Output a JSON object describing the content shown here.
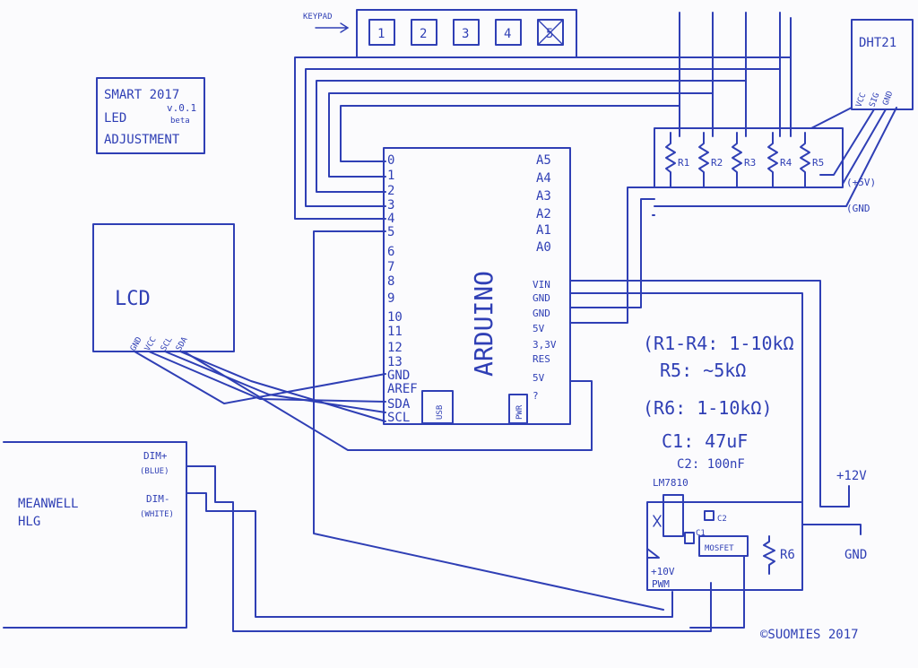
{
  "ink_color": "#2f3fb5",
  "keypad": {
    "label": "KEYPAD",
    "keys": [
      "1",
      "2",
      "3",
      "4",
      "5"
    ]
  },
  "project": {
    "line1": "SMART 2017",
    "line2": "LED",
    "version": "v.0.1",
    "beta": "beta",
    "line3": "ADJUSTMENT"
  },
  "sensor": {
    "name": "DHT21",
    "pins": [
      "VCC",
      "SIG",
      "GND"
    ]
  },
  "lcd": {
    "label": "LCD",
    "pins": [
      "GND",
      "VCC",
      "SCL",
      "SDA"
    ]
  },
  "arduino": {
    "label": "ARDUINO",
    "left_pins": [
      "0",
      "1",
      "2",
      "3",
      "4",
      "5",
      "6",
      "7",
      "8",
      "9",
      "10",
      "11",
      "12",
      "13",
      "GND",
      "AREF",
      "SDA",
      "SCL"
    ],
    "right_top_pins": [
      "A5",
      "A4",
      "A3",
      "A2",
      "A1",
      "A0"
    ],
    "right_bottom_pins": [
      "VIN",
      "GND",
      "GND",
      "5V",
      "3,3V",
      "RES",
      "5V",
      "?"
    ],
    "usb_label": "USB",
    "pwr_label": "PWR"
  },
  "resistors": [
    "R1",
    "R2",
    "R3",
    "R4",
    "R5"
  ],
  "rails": {
    "plus5": "(+5V)",
    "gnd": "(GND"
  },
  "notes": [
    "(R1-R4: 1-10kΩ",
    "R5: ~5kΩ",
    "(R6: 1-10kΩ)",
    "C1: 47uF",
    "C2: 100nF"
  ],
  "driver": {
    "name": "MEANWELL",
    "model": "HLG",
    "dim_plus": "DIM+",
    "dim_plus_color": "(BLUE)",
    "dim_minus": "DIM-",
    "dim_minus_color": "(WHITE)"
  },
  "power": {
    "regulator": "LM7810",
    "c1": "C1",
    "c2": "C2",
    "mosfet": "MOSFET",
    "r6": "R6",
    "pwm_voltage": "+10V",
    "pwm": "PWM",
    "supply": "+12V",
    "gnd": "GND"
  },
  "copyright": "©SUOMIES 2017"
}
